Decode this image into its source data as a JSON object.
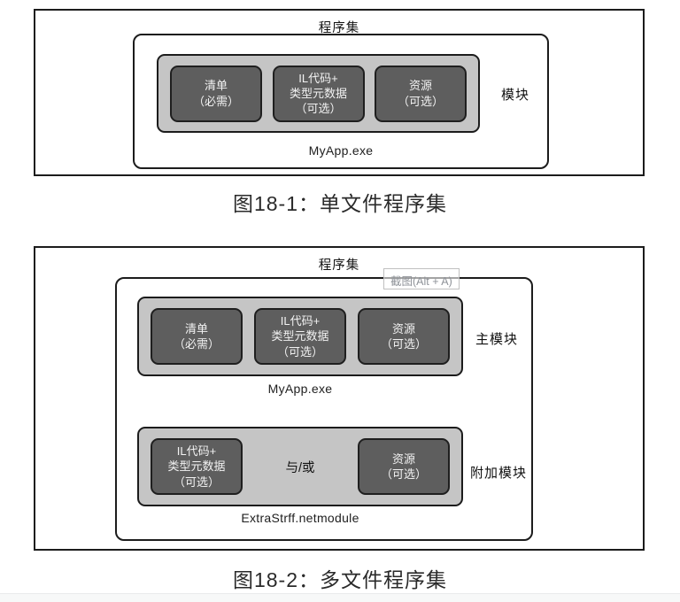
{
  "colors": {
    "border_dark": "#1c1c1c",
    "container_gray": "#c5c5c5",
    "block_dark": "#5e5e5e",
    "block_text": "#f2f2f2",
    "caption_text": "#2a2a2a",
    "tooltip_text": "#8f9399",
    "footer_bar": "#f7f8f8"
  },
  "figure1": {
    "assembly_label": "程序集",
    "module": {
      "label": "模块",
      "filename": "MyApp.exe",
      "blocks": [
        {
          "name": "manifest",
          "text": "清单\n（必需）"
        },
        {
          "name": "il-code",
          "text": "IL代码+\n类型元数据\n（可选）"
        },
        {
          "name": "resources",
          "text": "资源\n（可选）"
        }
      ]
    },
    "caption": "图18-1：单文件程序集"
  },
  "figure2": {
    "assembly_label": "程序集",
    "tooltip": "截图(Alt + A)",
    "main_module": {
      "label": "主模块",
      "filename": "MyApp.exe",
      "blocks": [
        {
          "name": "manifest",
          "text": "清单\n（必需）"
        },
        {
          "name": "il-code",
          "text": "IL代码+\n类型元数据\n（可选）"
        },
        {
          "name": "resources",
          "text": "资源\n（可选）"
        }
      ]
    },
    "extra_module": {
      "label": "附加模块",
      "filename": "ExtraStrff.netmodule",
      "connector": "与/或",
      "blocks": [
        {
          "name": "il-code",
          "text": "IL代码+\n类型元数据\n（可选）"
        },
        {
          "name": "resources",
          "text": "资源\n（可选）"
        }
      ]
    },
    "caption": "图18-2：多文件程序集"
  }
}
